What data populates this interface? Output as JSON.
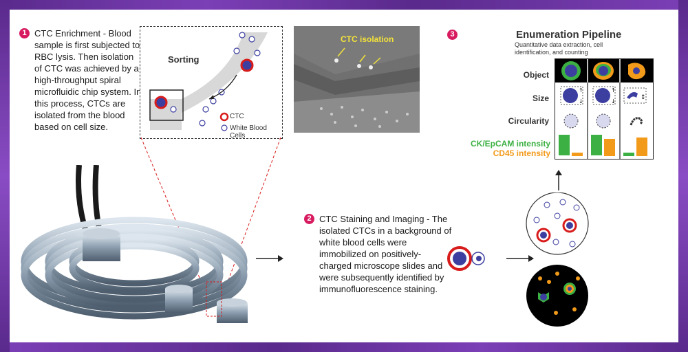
{
  "step1": {
    "number": "1",
    "text": "CTC Enrichment - Blood sample is first subjected to RBC lysis. Then isolation of CTC was achieved by a high-throughput spiral microfluidic chip system. In this process, CTCs are isolated from the blood based on cell size."
  },
  "sorting": {
    "title": "Sorting",
    "legend_ctc": "CTC",
    "legend_wbc": "White Blood Cells"
  },
  "micrograph": {
    "label": "CTC isolation"
  },
  "step2": {
    "number": "2",
    "text": "CTC Staining and Imaging - The isolated CTCs in a background of white blood cells were immobilized on positively-charged microscope slides and were subsequently identified by immunofluorescence staining."
  },
  "pipeline": {
    "number": "3",
    "title": "Enumeration Pipeline",
    "subtitle": "Quantitative data extraction, cell identification, and counting",
    "rows": [
      "Object",
      "Size",
      "Circularity"
    ],
    "ck_label": "CK/EpCAM intensity",
    "cd45_label": "CD45 intensity",
    "ck_values": [
      0.85,
      0.85,
      0.12
    ],
    "cd45_values": [
      0.15,
      0.7,
      0.75
    ]
  },
  "colors": {
    "accent": "#d81b60",
    "frame": "#5a2a8c",
    "ctc_ring": "#d81b1b",
    "cell_blue": "#3c3fa0",
    "ck_green": "#3cb043",
    "cd45_orange": "#f29a1a"
  }
}
